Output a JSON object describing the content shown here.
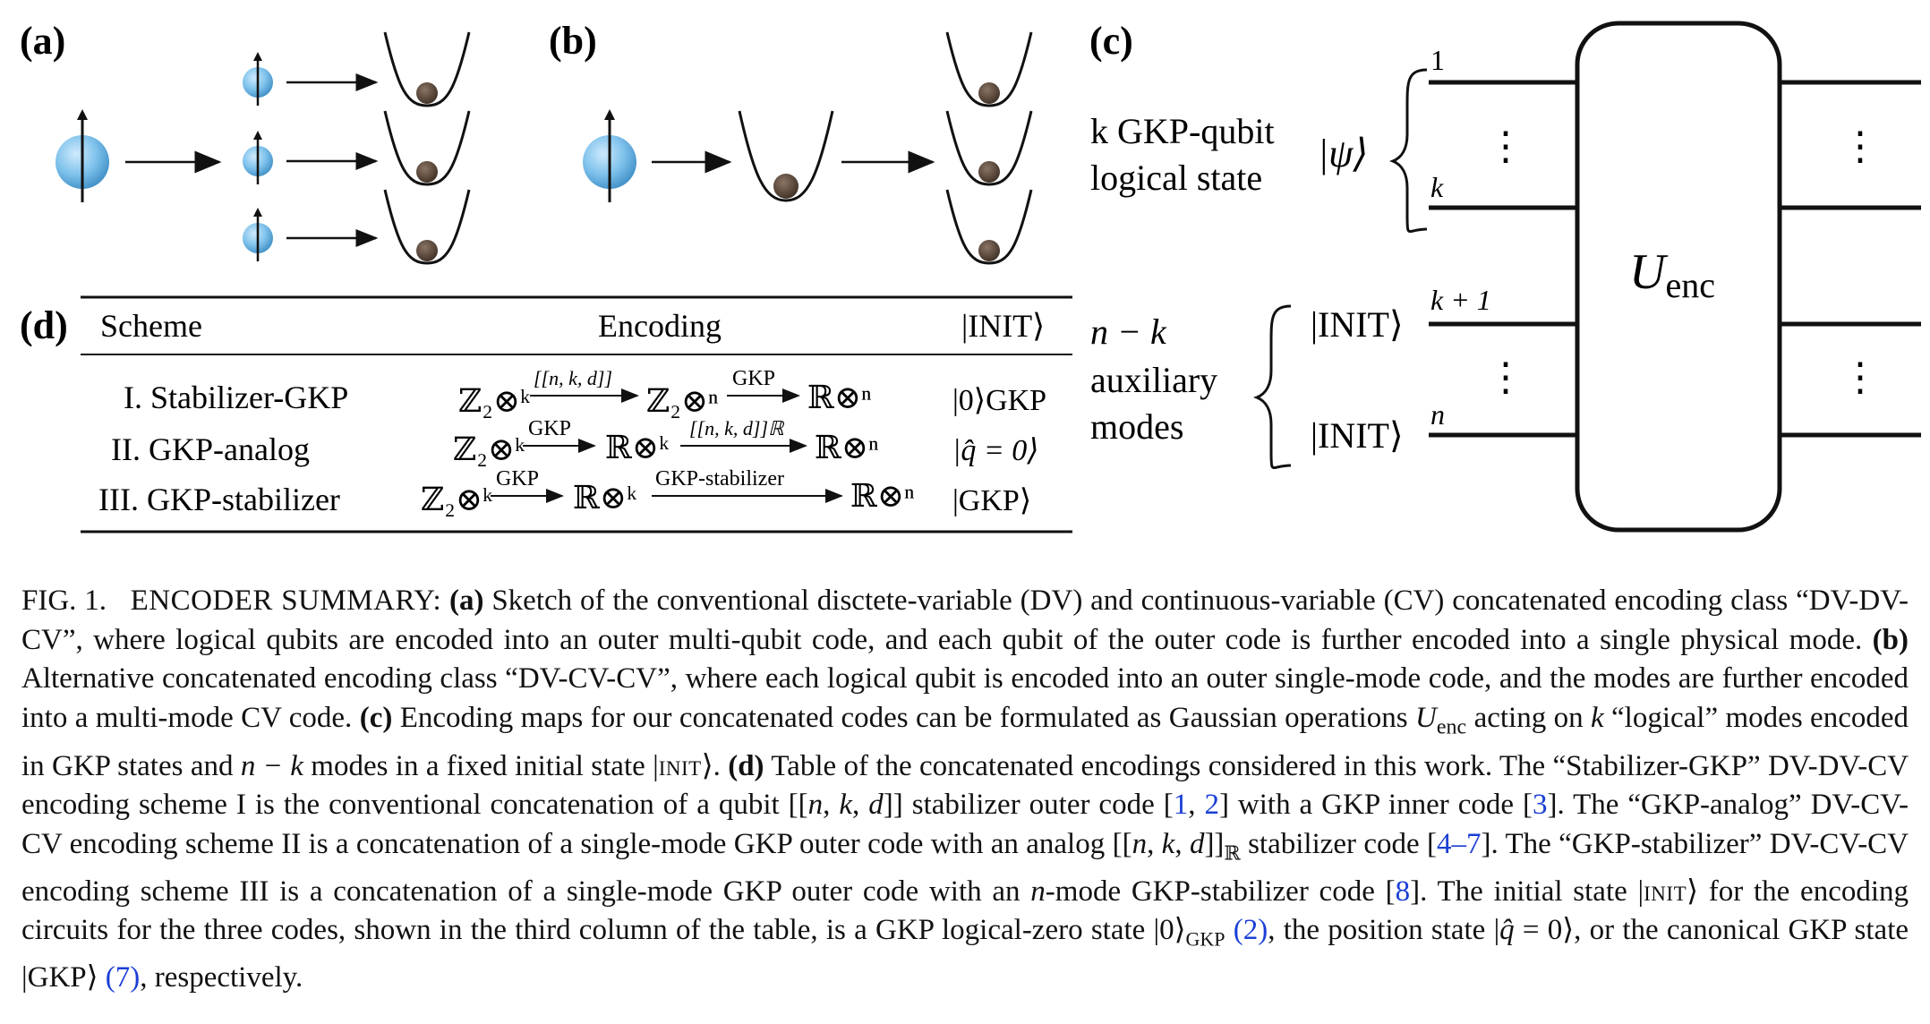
{
  "panels": {
    "a": "(a)",
    "b": "(b)",
    "c": "(c)",
    "d": "(d)"
  },
  "circuit": {
    "logical_label_line1": "k GKP-qubit",
    "logical_label_line2": "logical state",
    "psi": "|ψ⟩",
    "aux_label_line1": "n − k",
    "aux_label_line2": "auxiliary",
    "aux_label_line3": "modes",
    "init1": "|INIT⟩",
    "init2": "|INIT⟩",
    "wire_1": "1",
    "wire_k": "k",
    "wire_k1": "k + 1",
    "wire_n": "n",
    "vdots": "⋮",
    "gate": "U",
    "gate_sub": "enc"
  },
  "table": {
    "headers": [
      "Scheme",
      "Encoding",
      "|INIT⟩"
    ],
    "rows": [
      {
        "scheme": "I. Stabilizer-GKP",
        "steps": [
          "ℤ₂⊗ᵏ",
          "[[n, k, d]]",
          "ℤ₂⊗ⁿ",
          "GKP",
          "ℝ⊗ⁿ"
        ],
        "init": "|0⟩GKP"
      },
      {
        "scheme": "II. GKP-analog",
        "steps": [
          "ℤ₂⊗ᵏ",
          "GKP",
          "ℝ⊗ᵏ",
          "[[n, k, d]]ℝ",
          "ℝ⊗ⁿ"
        ],
        "init": "|q̂ = 0⟩"
      },
      {
        "scheme": "III. GKP-stabilizer",
        "steps": [
          "ℤ₂⊗ᵏ",
          "GKP",
          "ℝ⊗ᵏ",
          "GKP-stabilizer",
          "ℝ⊗ⁿ"
        ],
        "init": "|GKP⟩"
      }
    ]
  },
  "caption": {
    "fig": "FIG. 1.",
    "title": "ENCODER SUMMARY:",
    "a_label": "(a)",
    "a_text": "Sketch of the conventional disctete-variable (DV) and continuous-variable (CV) concatenated encoding class “DV-DV-CV”, where logical qubits are encoded into an outer multi-qubit code, and each qubit of the outer code is further encoded into a single physical mode.",
    "b_label": "(b)",
    "b_text": "Alternative concatenated encoding class “DV-CV-CV”, where each logical qubit is encoded into an outer single-mode code, and the modes are further encoded into a multi-mode CV code.",
    "c_label": "(c)",
    "c_text_1": "Encoding maps for our concatenated codes can be formulated as Gaussian operations",
    "c_text_2": "acting on",
    "c_text_3": "“logical” modes encoded in GKP states and",
    "c_text_4": "modes in a fixed initial state",
    "d_label": "(d)",
    "d_text_1": "Table of the concatenated encodings considered in this work. The “Stabilizer-GKP” DV-DV-CV encoding scheme I is the conventional concatenation of a qubit",
    "d_text_2": "stabilizer outer code [",
    "ref1": "1",
    "ref2": "2",
    "d_text_3": "] with a GKP inner code [",
    "ref3": "3",
    "d_text_4": "]. The “GKP-analog” DV-CV-CV encoding scheme II is a concatenation of a single-mode GKP outer code with an analog",
    "d_text_5": "stabilizer code [",
    "ref47": "4–7",
    "d_text_6": "]. The “GKP-stabilizer” DV-CV-CV encoding scheme III is a concatenation of a single-mode GKP outer code with an",
    "d_text_7": "-mode GKP-stabilizer code [",
    "ref8": "8",
    "d_text_8": "]. The initial state",
    "d_text_9": "for the encoding circuits for the three codes, shown in the third column of the table, is a GKP logical-zero state",
    "eq2": "(2)",
    "d_text_10": ", the position state",
    "d_text_11": ", or the canonical GKP state",
    "eq7": "(7)",
    "d_text_12": ", respectively."
  }
}
